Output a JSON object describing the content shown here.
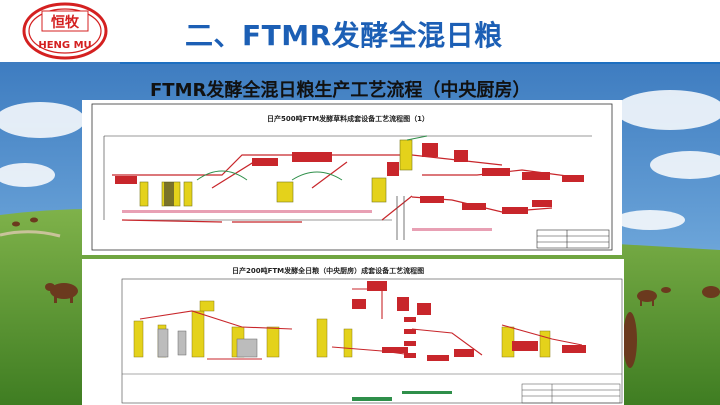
{
  "slide": {
    "title": "二、FTMR发酵全混日粮",
    "subtitle": "FTMR发酵全混日粮生产工艺流程（中央厨房）"
  },
  "logo": {
    "top_text": "恒牧",
    "bottom_text": "HENG MU",
    "color": "#d42020"
  },
  "diagrams": {
    "d1_title": "日产500吨FTM发酵草料成套设备工艺流程图（1）",
    "d2_title": "日产200吨FTM发酵全日粮（中央厨房）成套设备工艺流程图"
  },
  "colors": {
    "accent": "#1c5fb5",
    "line_red": "#c8262b",
    "equip_yellow": "#e4d21b",
    "grass": "#5f9a32",
    "sky": "#3f7fc4"
  }
}
